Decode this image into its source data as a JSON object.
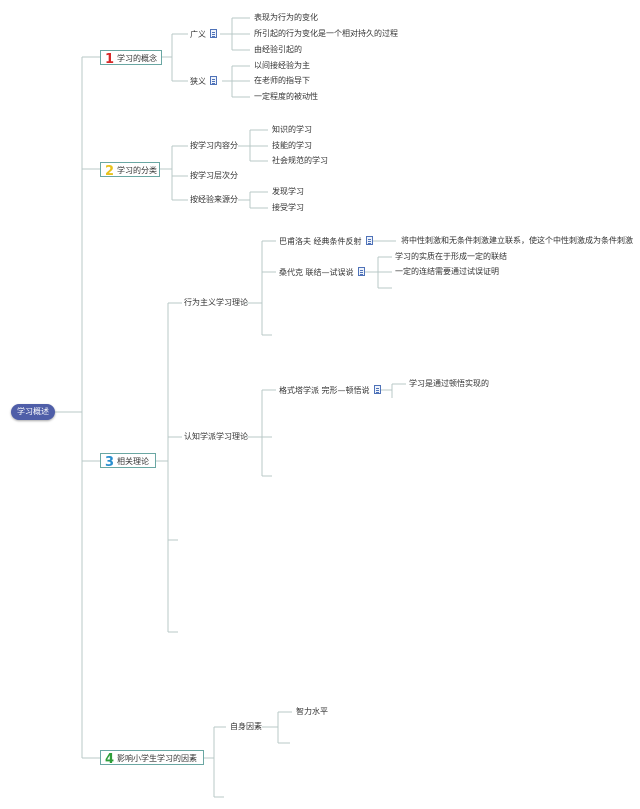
{
  "root": "学习概述",
  "branches": [
    {
      "num": "1",
      "label": "学习的概念",
      "color": "#d62828"
    },
    {
      "num": "2",
      "label": "学习的分类",
      "color": "#e8c21d"
    },
    {
      "num": "3",
      "label": "相关理论",
      "color": "#2a8fcf"
    },
    {
      "num": "4",
      "label": "影响小学生学习的因素",
      "color": "#2e9e3a"
    }
  ],
  "concept": {
    "broad": "广义",
    "broad_items": [
      "表现为行为的变化",
      "所引起的行为变化是一个相对持久的过程",
      "由经验引起的"
    ],
    "narrow": "狭义",
    "narrow_items": [
      "以间接经验为主",
      "在老师的指导下",
      "一定程度的被动性"
    ]
  },
  "classification": {
    "by_content": "按学习内容分",
    "content_items": [
      "知识的学习",
      "技能的学习",
      "社会规范的学习"
    ],
    "by_level": "按学习层次分",
    "by_source": "按经验来源分",
    "source_items": [
      "发现学习",
      "接受学习"
    ]
  },
  "theory": {
    "behaviorism": "行为主义学习理论",
    "pavlov": "巴甫洛夫 经典条件反射",
    "pavlov_detail": "将中性刺激和无条件刺激建立联系，使这个中性刺激成为条件刺激",
    "thorndike": "桑代克 联结—试误说",
    "thorndike_items": [
      "学习的实质在于形成一定的联结",
      "一定的连结需要通过试误证明"
    ],
    "cognitivism": "认知学派学习理论",
    "gestalt": "格式塔学派 完形—顿悟说",
    "gestalt_detail": "学习是通过顿悟实现的"
  },
  "factors": {
    "self": "自身因素",
    "self_items": [
      "智力水平"
    ]
  }
}
